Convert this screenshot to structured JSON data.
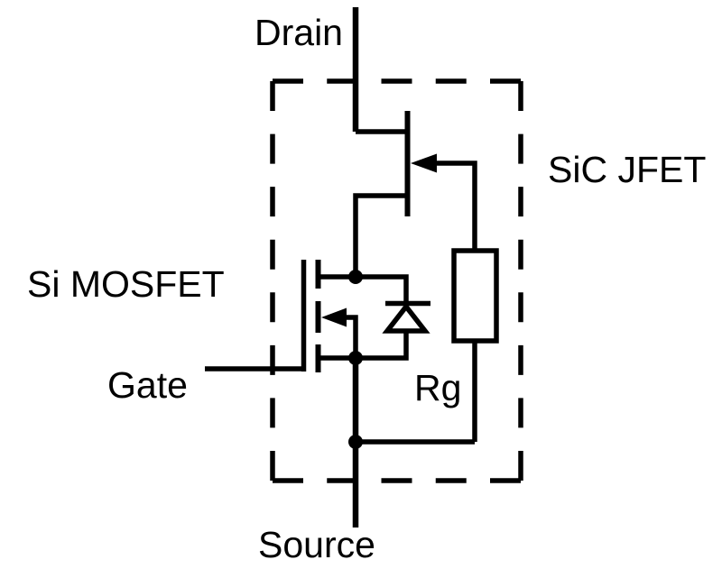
{
  "figure": {
    "background_color": "#ffffff",
    "stroke_color": "#000000",
    "terminals": {
      "drain": "Drain",
      "gate": "Gate",
      "source": "Source"
    },
    "components": {
      "jfet": "SiC JFET",
      "mosfet": "Si MOSFET",
      "resistor": "Rg"
    }
  }
}
